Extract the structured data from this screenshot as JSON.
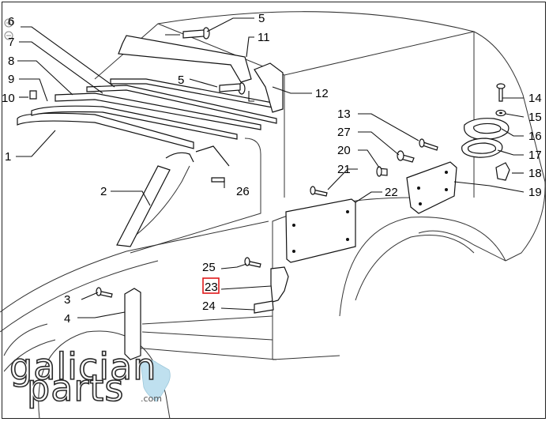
{
  "diagram": {
    "callouts": [
      {
        "id": "c1",
        "text": "1"
      },
      {
        "id": "c2",
        "text": "2"
      },
      {
        "id": "c3",
        "text": "3"
      },
      {
        "id": "c4",
        "text": "4"
      },
      {
        "id": "c5a",
        "text": "5"
      },
      {
        "id": "c5b",
        "text": "5"
      },
      {
        "id": "c6",
        "text": "6"
      },
      {
        "id": "c7",
        "text": "7"
      },
      {
        "id": "c8",
        "text": "8"
      },
      {
        "id": "c9",
        "text": "9"
      },
      {
        "id": "c10",
        "text": "10"
      },
      {
        "id": "c11",
        "text": "11"
      },
      {
        "id": "c12",
        "text": "12"
      },
      {
        "id": "c13",
        "text": "13"
      },
      {
        "id": "c14",
        "text": "14"
      },
      {
        "id": "c15",
        "text": "15"
      },
      {
        "id": "c16",
        "text": "16"
      },
      {
        "id": "c17",
        "text": "17"
      },
      {
        "id": "c18",
        "text": "18"
      },
      {
        "id": "c19",
        "text": "19"
      },
      {
        "id": "c20",
        "text": "20"
      },
      {
        "id": "c21",
        "text": "21"
      },
      {
        "id": "c22",
        "text": "22"
      },
      {
        "id": "c23",
        "text": "23",
        "highlighted": true
      },
      {
        "id": "c24",
        "text": "24"
      },
      {
        "id": "c25",
        "text": "25"
      },
      {
        "id": "c26",
        "text": "26"
      },
      {
        "id": "c27",
        "text": "27"
      }
    ],
    "highlight_color": "#e0191b"
  },
  "watermark": {
    "line1": "galician",
    "line2": "parts",
    "suffix": ".com",
    "accent_color": "#bfe0ef"
  },
  "zoom_controls": {
    "zoom_in_icon": "zoom-in-icon",
    "zoom_out_icon": "zoom-out-icon"
  }
}
